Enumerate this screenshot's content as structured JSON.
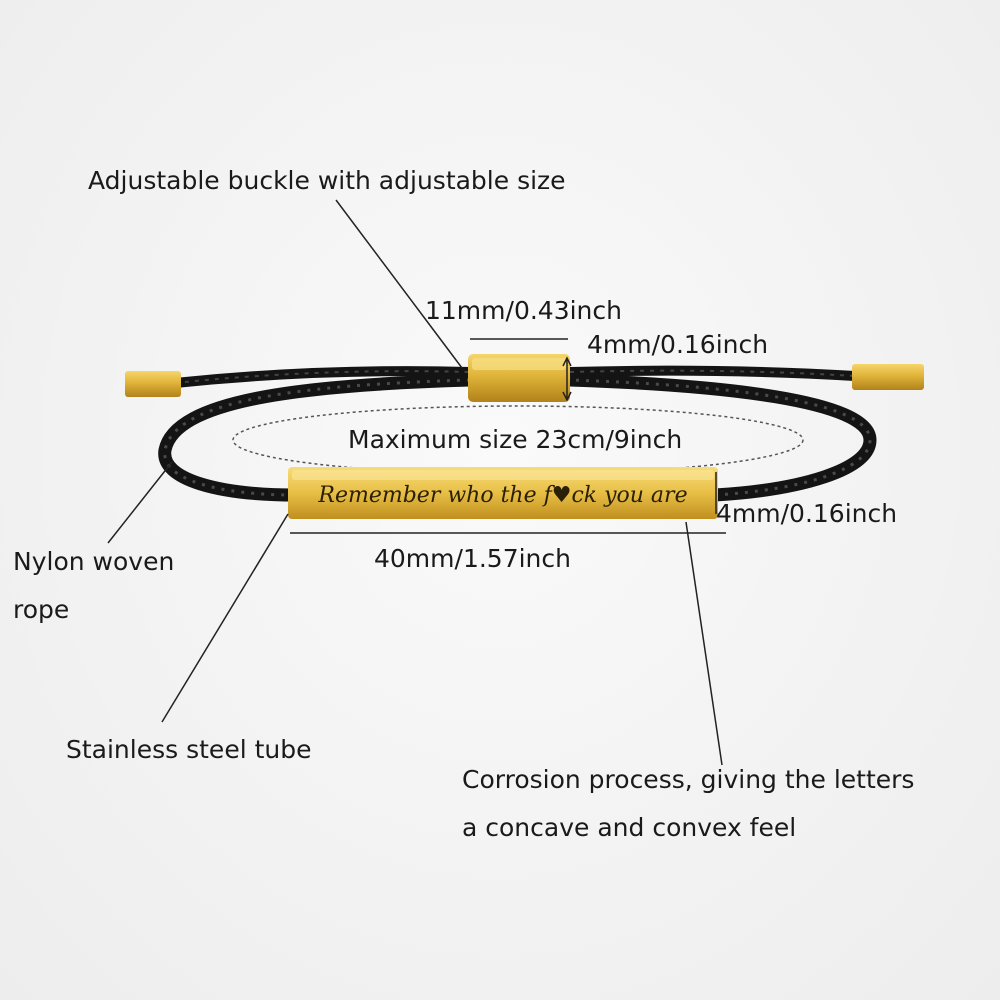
{
  "labels": {
    "buckle": "Adjustable buckle with adjustable size",
    "buckle_length": "11mm/0.43inch",
    "buckle_height": "4mm/0.16inch",
    "max_size": "Maximum size 23cm/9inch",
    "tube_height": "4mm/0.16inch",
    "tube_length": "40mm/1.57inch",
    "rope_line1": "Nylon woven",
    "rope_line2": "rope",
    "tube": "Stainless steel tube",
    "corrosion_line1": "Corrosion process, giving the letters",
    "corrosion_line2": "a concave and convex feel"
  },
  "engraving": "Remember who the f♥ck you are",
  "colors": {
    "gold": "#e0b43a",
    "gold_dark": "#a87a14",
    "rope": "#141414",
    "text": "#1a1a1a"
  }
}
